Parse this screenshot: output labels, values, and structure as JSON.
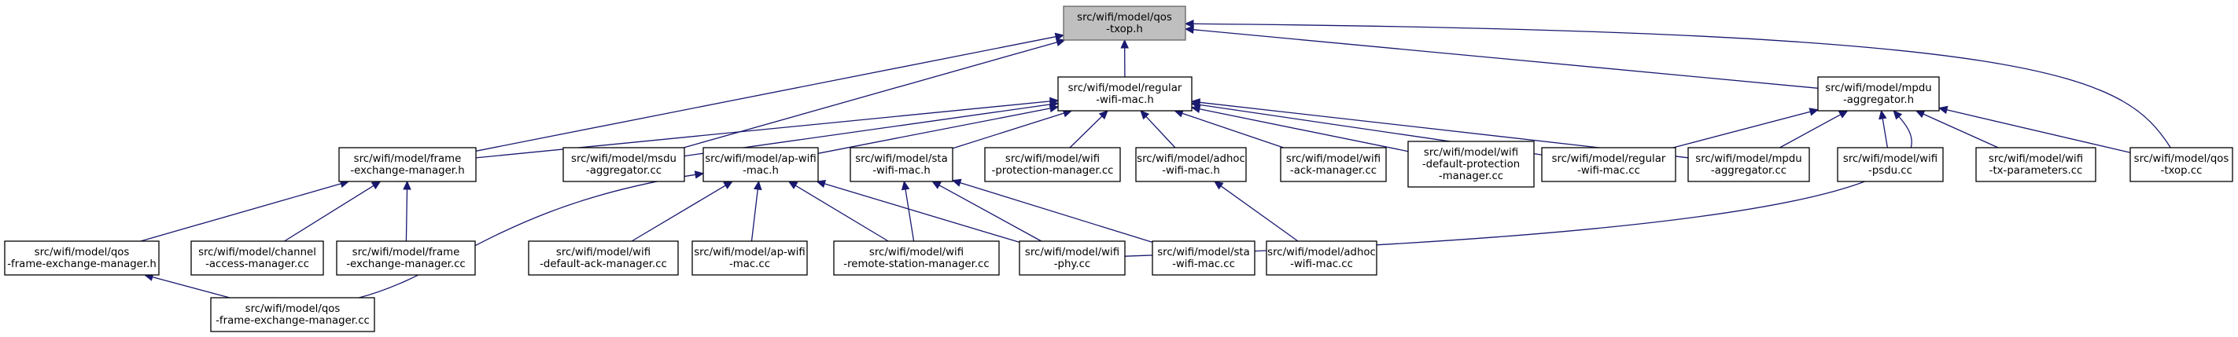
{
  "graph": {
    "nodes": [
      {
        "id": "qos_txop_h",
        "lines": [
          "src/wifi/model/qos",
          "-txop.h"
        ],
        "root": true
      },
      {
        "id": "regular_wifi_mac_h",
        "lines": [
          "src/wifi/model/regular",
          "-wifi-mac.h"
        ]
      },
      {
        "id": "mpdu_aggregator_h",
        "lines": [
          "src/wifi/model/mpdu",
          "-aggregator.h"
        ]
      },
      {
        "id": "frame_exchange_manager_h",
        "lines": [
          "src/wifi/model/frame",
          "-exchange-manager.h"
        ]
      },
      {
        "id": "msdu_aggregator_cc",
        "lines": [
          "src/wifi/model/msdu",
          "-aggregator.cc"
        ]
      },
      {
        "id": "ap_wifi_mac_h",
        "lines": [
          "src/wifi/model/ap-wifi",
          "-mac.h"
        ]
      },
      {
        "id": "sta_wifi_mac_h",
        "lines": [
          "src/wifi/model/sta",
          "-wifi-mac.h"
        ]
      },
      {
        "id": "wifi_protection_manager_cc",
        "lines": [
          "src/wifi/model/wifi",
          "-protection-manager.cc"
        ]
      },
      {
        "id": "adhoc_wifi_mac_h",
        "lines": [
          "src/wifi/model/adhoc",
          "-wifi-mac.h"
        ]
      },
      {
        "id": "wifi_ack_manager_cc",
        "lines": [
          "src/wifi/model/wifi",
          "-ack-manager.cc"
        ]
      },
      {
        "id": "wifi_default_protection_manager_cc",
        "lines": [
          "src/wifi/model/wifi",
          "-default-protection",
          "-manager.cc"
        ]
      },
      {
        "id": "regular_wifi_mac_cc",
        "lines": [
          "src/wifi/model/regular",
          "-wifi-mac.cc"
        ]
      },
      {
        "id": "mpdu_aggregator_cc",
        "lines": [
          "src/wifi/model/mpdu",
          "-aggregator.cc"
        ]
      },
      {
        "id": "wifi_psdu_cc",
        "lines": [
          "src/wifi/model/wifi",
          "-psdu.cc"
        ]
      },
      {
        "id": "wifi_tx_parameters_cc",
        "lines": [
          "src/wifi/model/wifi",
          "-tx-parameters.cc"
        ]
      },
      {
        "id": "qos_txop_cc",
        "lines": [
          "src/wifi/model/qos",
          "-txop.cc"
        ]
      },
      {
        "id": "qos_frame_exchange_manager_h",
        "lines": [
          "src/wifi/model/qos",
          "-frame-exchange-manager.h"
        ]
      },
      {
        "id": "channel_access_manager_cc",
        "lines": [
          "src/wifi/model/channel",
          "-access-manager.cc"
        ]
      },
      {
        "id": "frame_exchange_manager_cc",
        "lines": [
          "src/wifi/model/frame",
          "-exchange-manager.cc"
        ]
      },
      {
        "id": "wifi_default_ack_manager_cc",
        "lines": [
          "src/wifi/model/wifi",
          "-default-ack-manager.cc"
        ]
      },
      {
        "id": "ap_wifi_mac_cc",
        "lines": [
          "src/wifi/model/ap-wifi",
          "-mac.cc"
        ]
      },
      {
        "id": "wifi_remote_station_manager_cc",
        "lines": [
          "src/wifi/model/wifi",
          "-remote-station-manager.cc"
        ]
      },
      {
        "id": "wifi_phy_cc",
        "lines": [
          "src/wifi/model/wifi",
          "-phy.cc"
        ]
      },
      {
        "id": "sta_wifi_mac_cc",
        "lines": [
          "src/wifi/model/sta",
          "-wifi-mac.cc"
        ]
      },
      {
        "id": "adhoc_wifi_mac_cc",
        "lines": [
          "src/wifi/model/adhoc",
          "-wifi-mac.cc"
        ]
      },
      {
        "id": "qos_frame_exchange_manager_cc",
        "lines": [
          "src/wifi/model/qos",
          "-frame-exchange-manager.cc"
        ]
      }
    ],
    "edges": [
      {
        "from": "regular_wifi_mac_h",
        "to": "qos_txop_h"
      },
      {
        "from": "mpdu_aggregator_h",
        "to": "qos_txop_h"
      },
      {
        "from": "frame_exchange_manager_h",
        "to": "qos_txop_h"
      },
      {
        "from": "msdu_aggregator_cc",
        "to": "qos_txop_h"
      },
      {
        "from": "qos_txop_cc",
        "to": "qos_txop_h"
      },
      {
        "from": "frame_exchange_manager_h",
        "to": "regular_wifi_mac_h"
      },
      {
        "from": "msdu_aggregator_cc",
        "to": "regular_wifi_mac_h"
      },
      {
        "from": "ap_wifi_mac_h",
        "to": "regular_wifi_mac_h"
      },
      {
        "from": "sta_wifi_mac_h",
        "to": "regular_wifi_mac_h"
      },
      {
        "from": "wifi_protection_manager_cc",
        "to": "regular_wifi_mac_h"
      },
      {
        "from": "adhoc_wifi_mac_h",
        "to": "regular_wifi_mac_h"
      },
      {
        "from": "wifi_ack_manager_cc",
        "to": "regular_wifi_mac_h"
      },
      {
        "from": "wifi_default_protection_manager_cc",
        "to": "regular_wifi_mac_h"
      },
      {
        "from": "regular_wifi_mac_cc",
        "to": "regular_wifi_mac_h"
      },
      {
        "from": "mpdu_aggregator_cc",
        "to": "regular_wifi_mac_h"
      },
      {
        "from": "regular_wifi_mac_cc",
        "to": "mpdu_aggregator_h"
      },
      {
        "from": "mpdu_aggregator_cc",
        "to": "mpdu_aggregator_h"
      },
      {
        "from": "wifi_psdu_cc",
        "to": "mpdu_aggregator_h"
      },
      {
        "from": "wifi_tx_parameters_cc",
        "to": "mpdu_aggregator_h"
      },
      {
        "from": "qos_txop_cc",
        "to": "mpdu_aggregator_h"
      },
      {
        "from": "wifi_phy_cc",
        "to": "mpdu_aggregator_h"
      },
      {
        "from": "qos_frame_exchange_manager_h",
        "to": "frame_exchange_manager_h"
      },
      {
        "from": "channel_access_manager_cc",
        "to": "frame_exchange_manager_h"
      },
      {
        "from": "frame_exchange_manager_cc",
        "to": "frame_exchange_manager_h"
      },
      {
        "from": "qos_frame_exchange_manager_cc",
        "to": "qos_frame_exchange_manager_h"
      },
      {
        "from": "wifi_default_ack_manager_cc",
        "to": "ap_wifi_mac_h"
      },
      {
        "from": "ap_wifi_mac_cc",
        "to": "ap_wifi_mac_h"
      },
      {
        "from": "wifi_remote_station_manager_cc",
        "to": "ap_wifi_mac_h"
      },
      {
        "from": "wifi_phy_cc",
        "to": "ap_wifi_mac_h"
      },
      {
        "from": "qos_frame_exchange_manager_cc",
        "to": "ap_wifi_mac_h"
      },
      {
        "from": "wifi_remote_station_manager_cc",
        "to": "sta_wifi_mac_h"
      },
      {
        "from": "wifi_phy_cc",
        "to": "sta_wifi_mac_h"
      },
      {
        "from": "sta_wifi_mac_cc",
        "to": "sta_wifi_mac_h"
      },
      {
        "from": "adhoc_wifi_mac_cc",
        "to": "adhoc_wifi_mac_h"
      }
    ]
  }
}
